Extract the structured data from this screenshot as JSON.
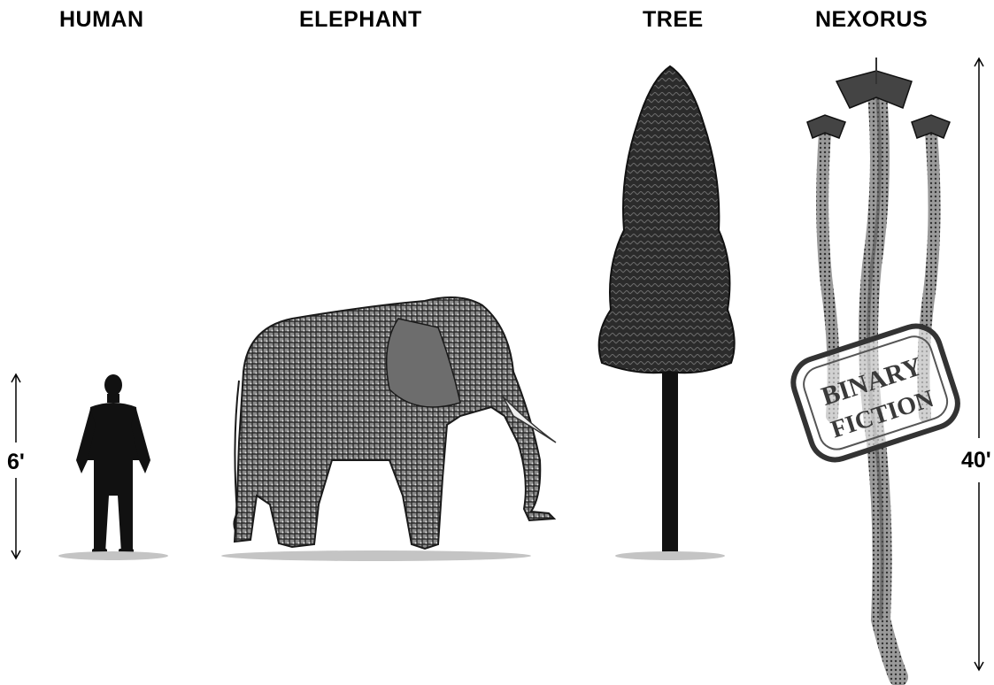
{
  "labels": {
    "human": "HUMAN",
    "elephant": "ELEPHANT",
    "tree": "TREE",
    "nexorus": "NEXORUS"
  },
  "heights": {
    "human": "6'",
    "nexorus": "40'"
  },
  "stamp": {
    "line1": "BINARY",
    "line2": "FICTION"
  },
  "colors": {
    "ink": "#111111",
    "ground": "#bdbdbd",
    "elephant_skin": "#5a5a5a",
    "tree_foliage": "#2b2b2b"
  }
}
